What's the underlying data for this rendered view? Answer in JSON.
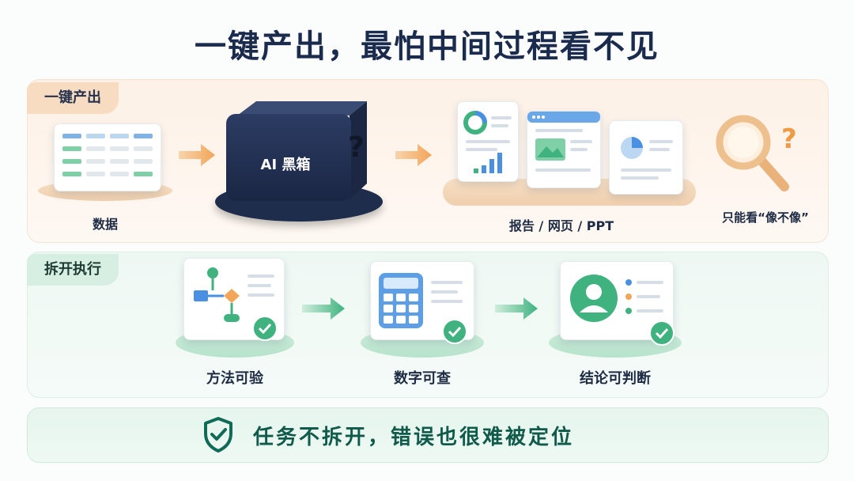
{
  "title": "一键产出，最怕中间过程看不见",
  "top": {
    "tag": "一键产出",
    "data_label": "数据",
    "blackbox_label": "AI 黑箱",
    "blackbox_symbol": "?",
    "outputs_label": "报告 / 网页 / PPT",
    "only_look_label": "只能看“像不像”",
    "question_symbol": "?"
  },
  "middle": {
    "tag": "拆开执行",
    "steps": [
      {
        "label": "方法可验"
      },
      {
        "label": "数字可查"
      },
      {
        "label": "结论可判断"
      }
    ]
  },
  "bottom": {
    "text": "任务不拆开，错误也很难被定位"
  },
  "colors": {
    "orange_accent": "#f2a65a",
    "green_accent": "#3fb27f",
    "navy": "#1e2d4f",
    "blue_accent": "#4a90e2"
  },
  "icons": [
    "spreadsheet-icon",
    "arrow-right-icon",
    "black-box-icon",
    "report-icon",
    "webpage-icon",
    "slides-icon",
    "magnifier-icon",
    "question-icon",
    "flowchart-icon",
    "calculator-icon",
    "profile-icon",
    "check-icon",
    "shield-check-icon"
  ]
}
